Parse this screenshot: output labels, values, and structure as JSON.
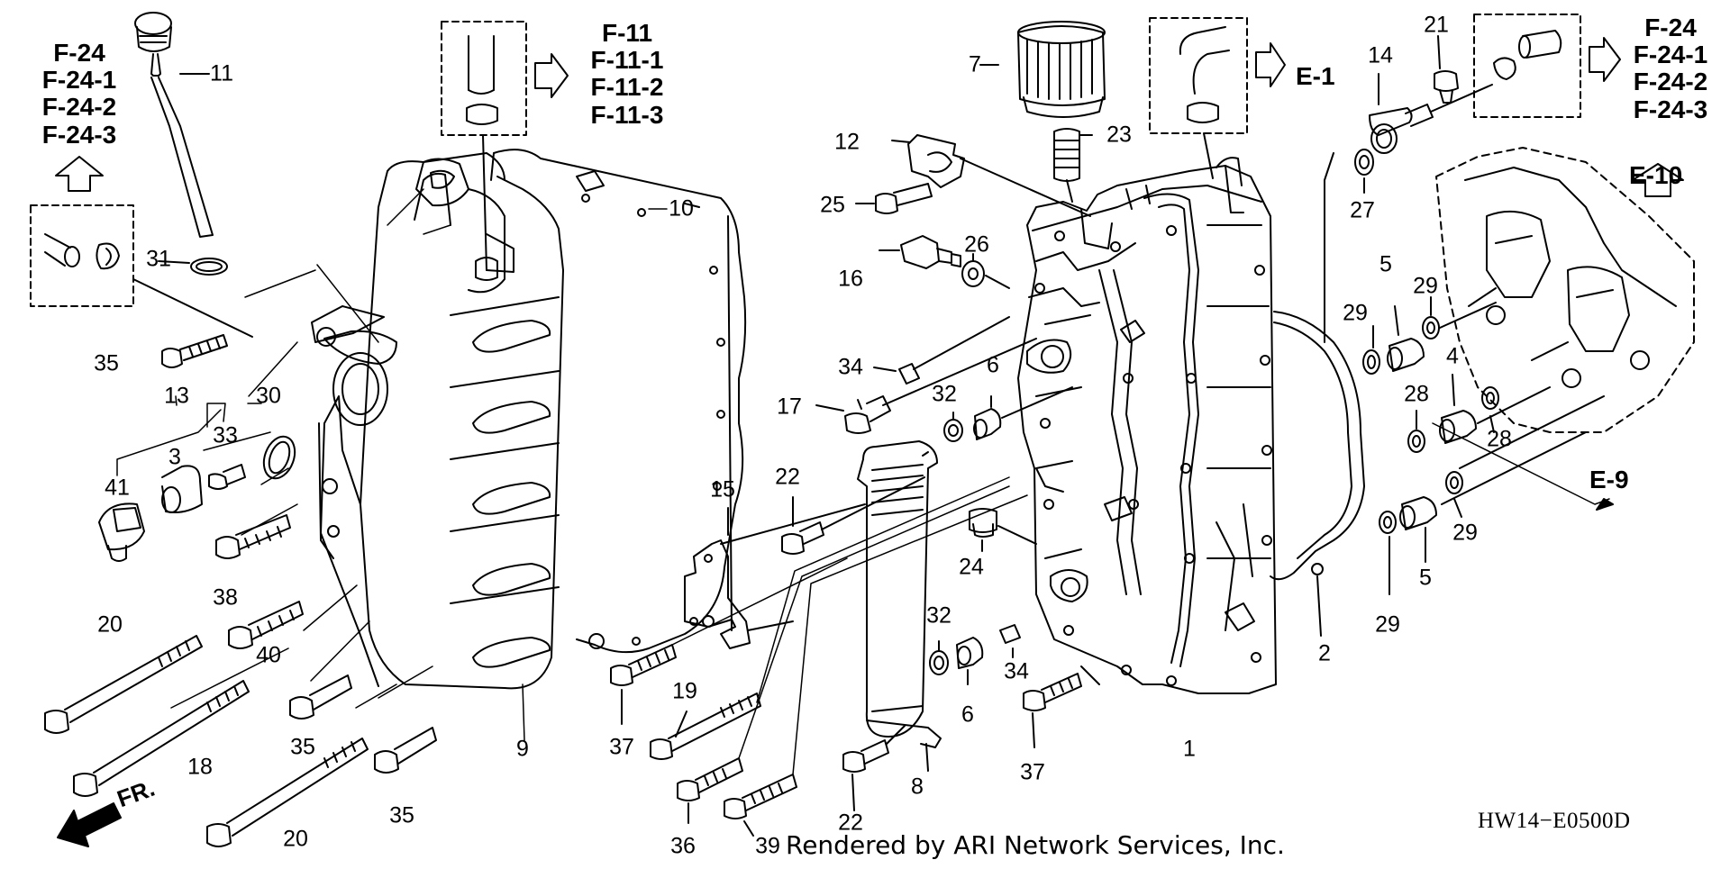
{
  "diagram": {
    "part_callouts": [
      {
        "id": "c11",
        "text": "11"
      },
      {
        "id": "c31",
        "text": "31"
      },
      {
        "id": "c35a",
        "text": "35"
      },
      {
        "id": "c13",
        "text": "13"
      },
      {
        "id": "c30",
        "text": "30"
      },
      {
        "id": "c33",
        "text": "33"
      },
      {
        "id": "c3",
        "text": "3"
      },
      {
        "id": "c41",
        "text": "41"
      },
      {
        "id": "c38",
        "text": "38"
      },
      {
        "id": "c20a",
        "text": "20"
      },
      {
        "id": "c40",
        "text": "40"
      },
      {
        "id": "c18",
        "text": "18"
      },
      {
        "id": "c35b",
        "text": "35"
      },
      {
        "id": "c20b",
        "text": "20"
      },
      {
        "id": "c35c",
        "text": "35"
      },
      {
        "id": "c9",
        "text": "9"
      },
      {
        "id": "c10",
        "text": "10"
      },
      {
        "id": "c7",
        "text": "7"
      },
      {
        "id": "c23",
        "text": "23"
      },
      {
        "id": "c12",
        "text": "12"
      },
      {
        "id": "c25",
        "text": "25"
      },
      {
        "id": "c16",
        "text": "16"
      },
      {
        "id": "c26",
        "text": "26"
      },
      {
        "id": "c34a",
        "text": "34"
      },
      {
        "id": "c17",
        "text": "17"
      },
      {
        "id": "c32a",
        "text": "32"
      },
      {
        "id": "c6a",
        "text": "6"
      },
      {
        "id": "c15",
        "text": "15"
      },
      {
        "id": "c22a",
        "text": "22"
      },
      {
        "id": "c24",
        "text": "24"
      },
      {
        "id": "c32b",
        "text": "32"
      },
      {
        "id": "c34b",
        "text": "34"
      },
      {
        "id": "c6b",
        "text": "6"
      },
      {
        "id": "c37a",
        "text": "37"
      },
      {
        "id": "c19",
        "text": "19"
      },
      {
        "id": "c36",
        "text": "36"
      },
      {
        "id": "c39",
        "text": "39"
      },
      {
        "id": "c22b",
        "text": "22"
      },
      {
        "id": "c8",
        "text": "8"
      },
      {
        "id": "c37b",
        "text": "37"
      },
      {
        "id": "c1",
        "text": "1"
      },
      {
        "id": "c2",
        "text": "2"
      },
      {
        "id": "c14",
        "text": "14"
      },
      {
        "id": "c21",
        "text": "21"
      },
      {
        "id": "c27",
        "text": "27"
      },
      {
        "id": "c5a",
        "text": "5"
      },
      {
        "id": "c29a",
        "text": "29"
      },
      {
        "id": "c29b",
        "text": "29"
      },
      {
        "id": "c28a",
        "text": "28"
      },
      {
        "id": "c4",
        "text": "4"
      },
      {
        "id": "c28b",
        "text": "28"
      },
      {
        "id": "c29c",
        "text": "29"
      },
      {
        "id": "c29d",
        "text": "29"
      },
      {
        "id": "c5b",
        "text": "5"
      }
    ],
    "references": {
      "f24_left": [
        "F-24",
        "F-24-1",
        "F-24-2",
        "F-24-3"
      ],
      "f11": [
        "F-11",
        "F-11-1",
        "F-11-2",
        "F-11-3"
      ],
      "e1": "E-1",
      "f24_right": [
        "F-24",
        "F-24-1",
        "F-24-2",
        "F-24-3"
      ],
      "e10": "E-10",
      "e9": "E-9"
    },
    "front_marker": "FR.",
    "diagram_code": "HW14−E0500D",
    "footer": "Rendered by ARI Network Services, Inc."
  }
}
